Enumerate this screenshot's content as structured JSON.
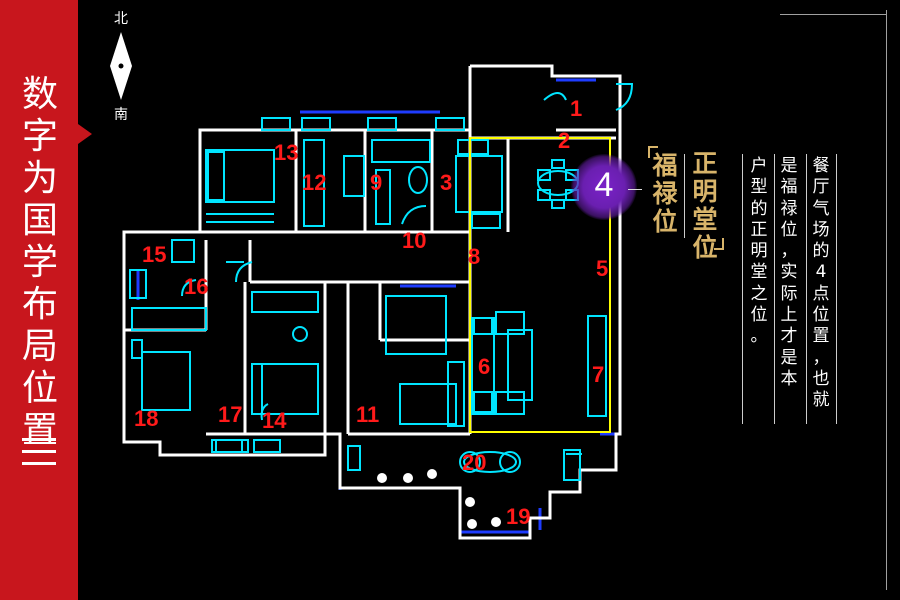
{
  "sidebar": {
    "title_chars": [
      "数",
      "字",
      "为",
      "国",
      "学",
      "布",
      "局",
      "位",
      "置"
    ]
  },
  "compass": {
    "north": "北",
    "south": "南"
  },
  "highlight": {
    "number": "4"
  },
  "labels": {
    "zhengming_chars": [
      "正",
      "明",
      "堂",
      "位"
    ],
    "fulu_chars": [
      "福",
      "禄",
      "位"
    ]
  },
  "description": {
    "columns": [
      [
        "餐",
        "厅",
        "气",
        "场",
        "的",
        "4",
        "点",
        "位",
        "置",
        "，",
        "也",
        "就"
      ],
      [
        "是",
        "福",
        "禄",
        "位",
        "，",
        "实",
        "际",
        "上",
        "才",
        "是",
        "本"
      ],
      [
        "户",
        "型",
        "的",
        "正",
        "明",
        "堂",
        "之",
        "位",
        "。"
      ]
    ]
  },
  "room_numbers": [
    "1",
    "2",
    "3",
    "5",
    "6",
    "7",
    "8",
    "9",
    "10",
    "11",
    "12",
    "13",
    "14",
    "15",
    "16",
    "17",
    "18",
    "19",
    "20"
  ],
  "colors": {
    "sidebar": "#c8161d",
    "walls": "#ffffff",
    "cyan": "#00e5ff",
    "blue": "#1e3cff",
    "yellow": "#ffff00",
    "numbers": "#ff1a1a",
    "gold": "#d8b46a",
    "glow": "#6a1fb0"
  }
}
